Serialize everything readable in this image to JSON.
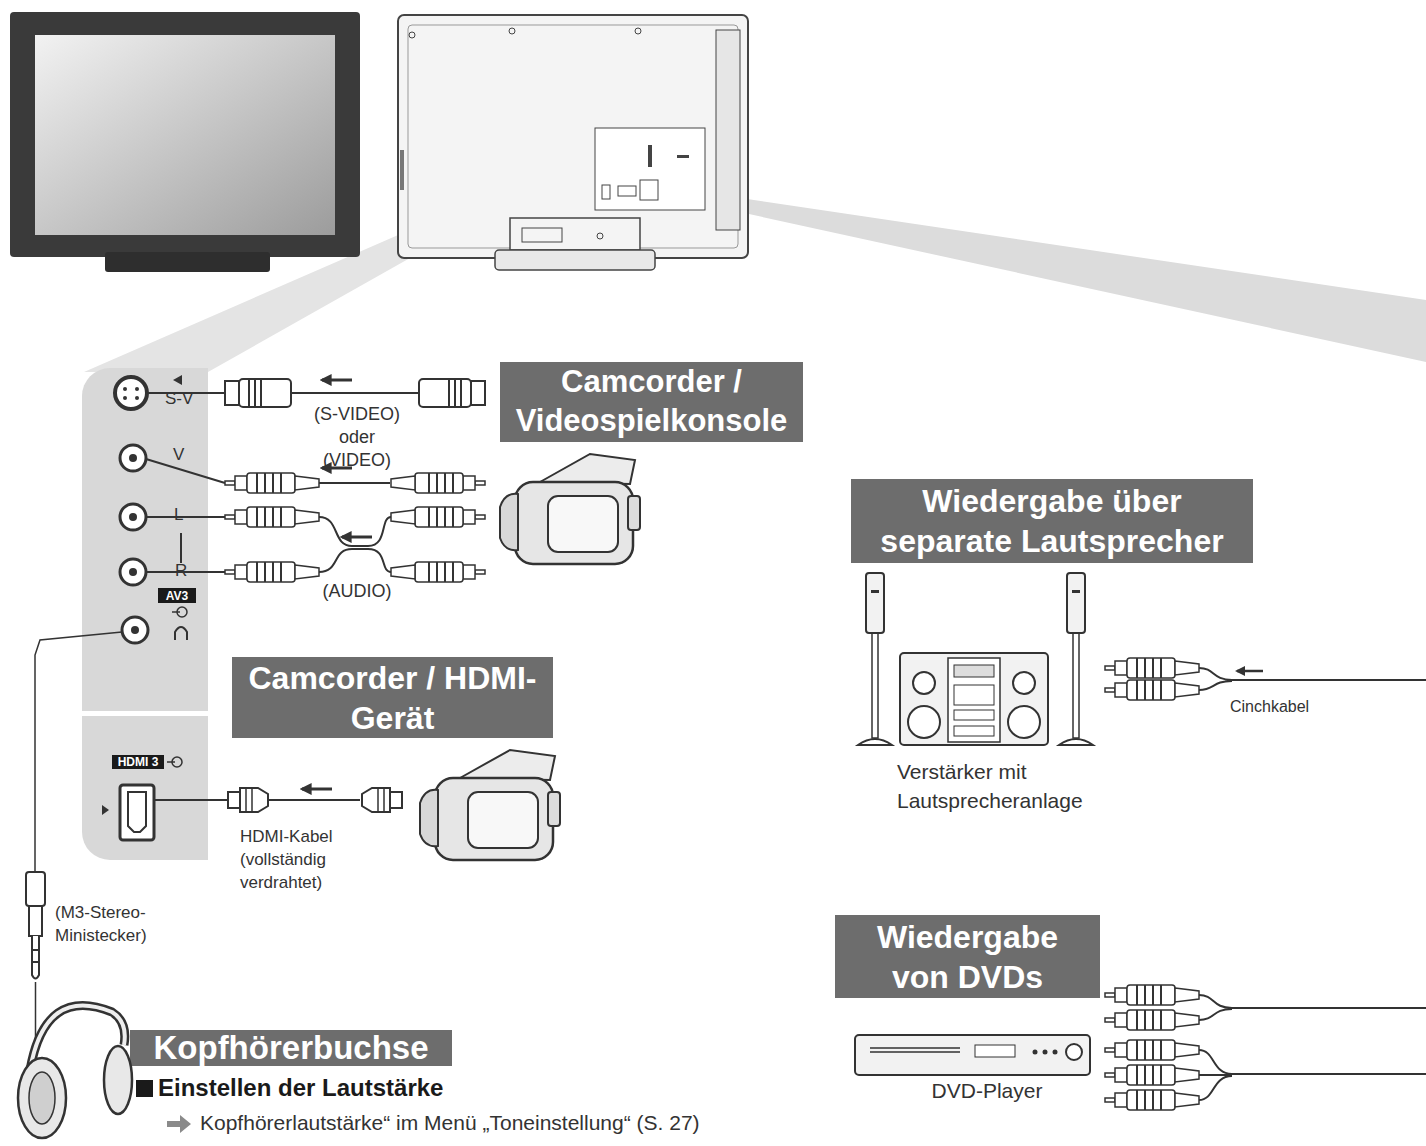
{
  "diagram": {
    "nodes": [
      {
        "text": [
          "S-V",
          "V",
          "L",
          "R"
        ]
      },
      {
        "text": [
          "AV3"
        ],
        "in": 0
      },
      {
        "text": [
          "HDMI 3"
        ],
        "in": 0
      },
      {
        "text": [
          "Camcorder / Videospielkonsole"
        ]
      },
      {
        "text": [
          "Camcorder / HDMI-Gerät"
        ]
      },
      {
        "text": [
          "Kopfhörerbuchse"
        ]
      },
      {
        "text": [
          "Wiedergabe über separate Lautsprecher"
        ]
      },
      {
        "text": [
          "Wiedergabe von DVDs"
        ]
      }
    ],
    "labels": [
      "(S-VIDEO) oder (VIDEO)",
      "(AUDIO)",
      "HDMI-Kabel (vollständig verdrahtet)",
      "(M3-Stereo- Ministecker)",
      "Cinchkabel",
      "Verstärker mit Lautsprecheranlage",
      "DVD-Player",
      "Einstellen der Lautstärke",
      "Kopfhörerlautstärke“ im Menü „Toneinstellung“ (S. 27)"
    ]
  }
}
